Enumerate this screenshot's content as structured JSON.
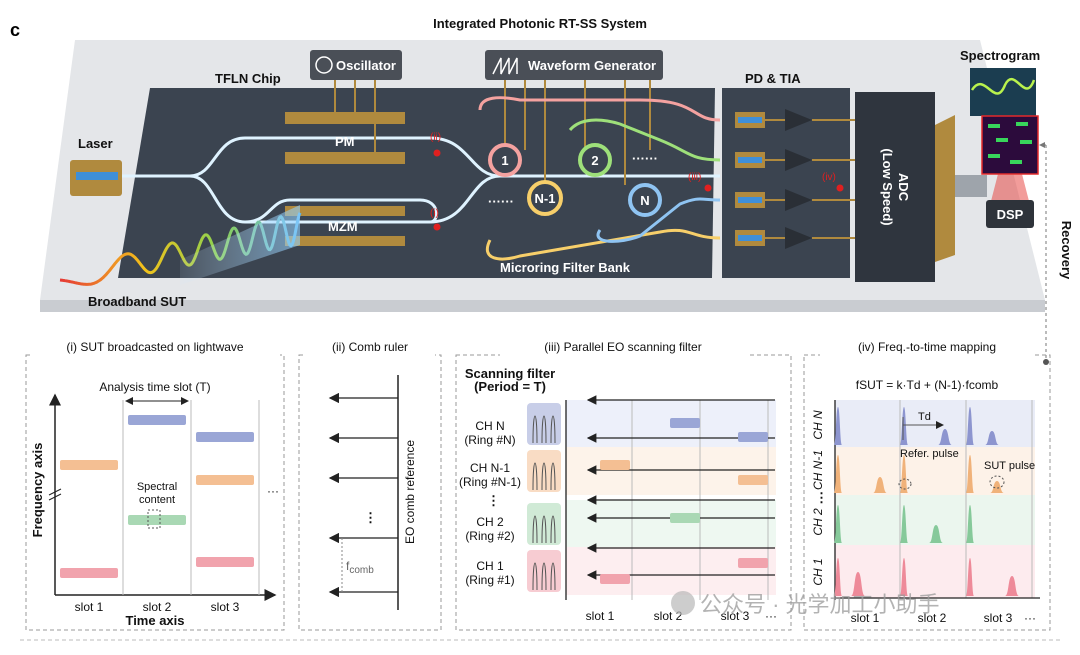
{
  "figure_letter": "c",
  "title": "Integrated Photonic RT-SS System",
  "chip": {
    "tfln_label": "TFLN Chip",
    "laser_label": "Laser",
    "oscillator_label": "Oscillator",
    "waveform_label": "Waveform Generator",
    "pd_tia_label": "PD & TIA",
    "pm_label": "PM",
    "mzm_label": "MZM",
    "adc_label": "ADC",
    "adc_sub": "(Low Speed)",
    "filter_bank_label": "Microring Filter Bank",
    "broadband_label": "Broadband SUT",
    "spectrogram_label": "Spectrogram",
    "dsp_label": "DSP",
    "recovery_label": "Recovery",
    "ring_labels": [
      "1",
      "2",
      "N-1",
      "N"
    ],
    "ellipsis": "······",
    "point_labels": [
      "(ii)",
      "(i)",
      "(iii)",
      "(iv)"
    ]
  },
  "panel_i": {
    "title": "(i) SUT broadcasted on lightwave",
    "time_slot_label": "Analysis time slot (T)",
    "y_axis": "Frequency axis",
    "x_axis": "Time axis",
    "spectral_label_1": "Spectral",
    "spectral_label_2": "content",
    "slots": [
      "slot 1",
      "slot 2",
      "slot 3"
    ],
    "more": "···"
  },
  "panel_ii": {
    "title": "(ii) Comb ruler",
    "axis_label": "EO comb reference",
    "spacing_label": "f",
    "spacing_sub": "comb",
    "dots": "⋮"
  },
  "panel_iii": {
    "title": "(iii) Parallel EO scanning filter",
    "filter_label_1": "Scanning filter",
    "filter_label_2": "(Period = T)",
    "channels": [
      {
        "name": "CH N",
        "ring": "(Ring #N)"
      },
      {
        "name": "CH N-1",
        "ring": "(Ring #N-1)"
      },
      {
        "name": "CH 2",
        "ring": "(Ring #2)"
      },
      {
        "name": "CH 1",
        "ring": "(Ring #1)"
      }
    ],
    "dots": "⋮",
    "slots": [
      "slot 1",
      "slot 2",
      "slot 3"
    ],
    "more": "···"
  },
  "panel_iv": {
    "title": "(iv) Freq.-to-time mapping",
    "equation": "fSUT = k·Td  + (N-1)·fcomb",
    "td_label": "Td",
    "refer_label": "Refer. pulse",
    "sut_label": "SUT pulse",
    "channels": [
      "CH N",
      "CH N-1",
      "CH 2",
      "CH 1"
    ],
    "dots": "⋮",
    "slots": [
      "slot 1",
      "slot 2",
      "slot 3"
    ],
    "more": "···"
  },
  "watermark": "公众号 · 光学加工小助手",
  "colors": {
    "blue": "#9aa6d6",
    "orange": "#f4bf93",
    "green": "#a9d8b4",
    "red": "#f1a3ad",
    "chip_dark": "#3a4350",
    "gold": "#b08a3e"
  }
}
